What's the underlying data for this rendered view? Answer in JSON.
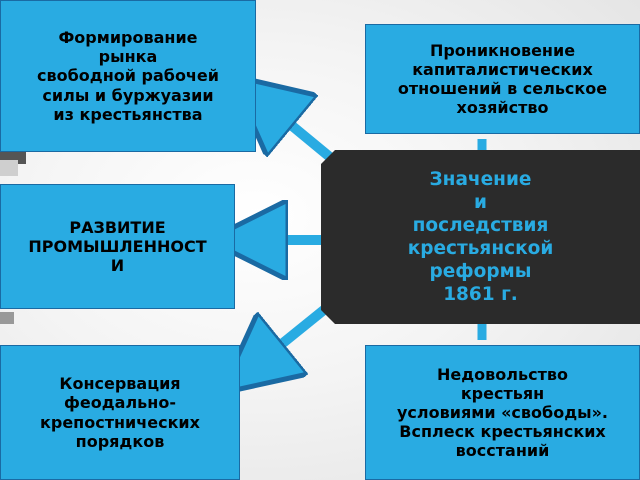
{
  "diagram": {
    "center": "Значение\nи\nпоследствия\nкрестьянской\nреформы\n1861 г.",
    "boxes": {
      "top_left": "Формирование\nрынка\nсвободной рабочей\nсилы и буржуазии\nиз крестьянства",
      "middle_left": "РАЗВИТИЕ\nПРОМЫШЛЕННОСТ\nИ",
      "bottom_left": "Консервация\nфеодально-\nкрепостнических\nпорядков",
      "top_right": "Проникновение\nкапиталистических\nотношений в сельское\nхозяйство",
      "bottom_right": "Недовольство\nкрестьян\nусловиями «свободы».\nВсплеск крестьянских\nвосстаний"
    }
  },
  "colors": {
    "box_fill": "#29abe2",
    "center_fill": "#2b2b2b",
    "center_text": "#29abe2",
    "arrow": "#29abe2"
  }
}
